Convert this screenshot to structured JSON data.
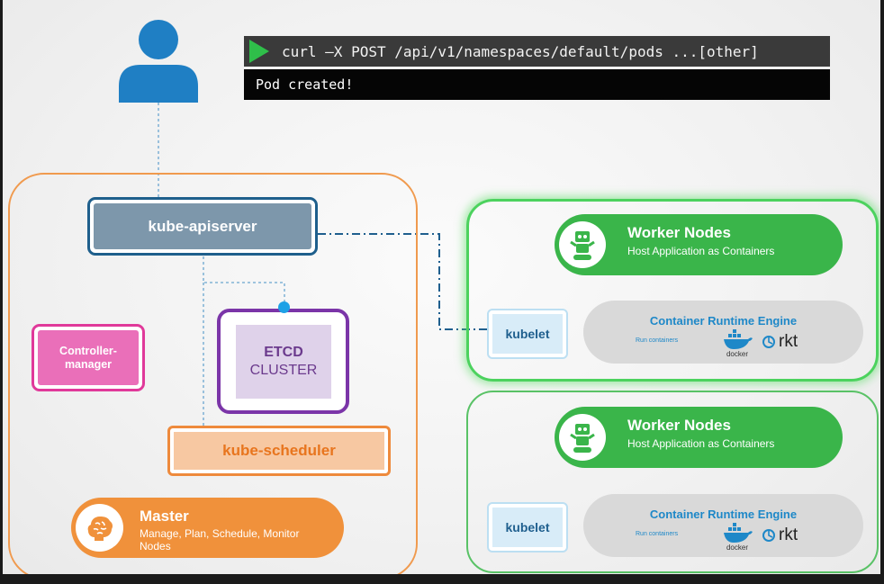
{
  "terminal": {
    "command": "curl –X POST /api/v1/namespaces/default/pods ...[other]",
    "output": "Pod created!",
    "run_icon": "play-icon"
  },
  "user": {
    "icon": "user-icon"
  },
  "master": {
    "apiserver_label": "kube-apiserver",
    "controller_label_line1": "Controller-",
    "controller_label_line2": "manager",
    "etcd_title": "ETCD",
    "etcd_subtitle": "CLUSTER",
    "scheduler_label": "kube-scheduler",
    "title": "Master",
    "description": "Manage, Plan, Schedule, Monitor Nodes",
    "icon": "brain-icon"
  },
  "workers": [
    {
      "title": "Worker Nodes",
      "subtitle": "Host Application as Containers",
      "icon": "robot-icon",
      "kubelet_label": "kubelet",
      "runtime_title": "Container Runtime Engine",
      "runtime_subtitle": "Run containers",
      "docker_label": "docker",
      "rkt_label": "rkt",
      "highlighted": true
    },
    {
      "title": "Worker Nodes",
      "subtitle": "Host Application as Containers",
      "icon": "robot-icon",
      "kubelet_label": "kubelet",
      "runtime_title": "Container Runtime Engine",
      "runtime_subtitle": "Run containers",
      "docker_label": "docker",
      "rkt_label": "rkt",
      "highlighted": false
    }
  ],
  "colors": {
    "master_border": "#f09a4e",
    "apiserver": "#7d97ab",
    "apiserver_border": "#1e5f8c",
    "controller": "#ea6fb9",
    "etcd_border": "#7b35a8",
    "scheduler": "#ee8a3c",
    "worker_green": "#3ab54a",
    "runtime_text": "#1e88c8"
  }
}
